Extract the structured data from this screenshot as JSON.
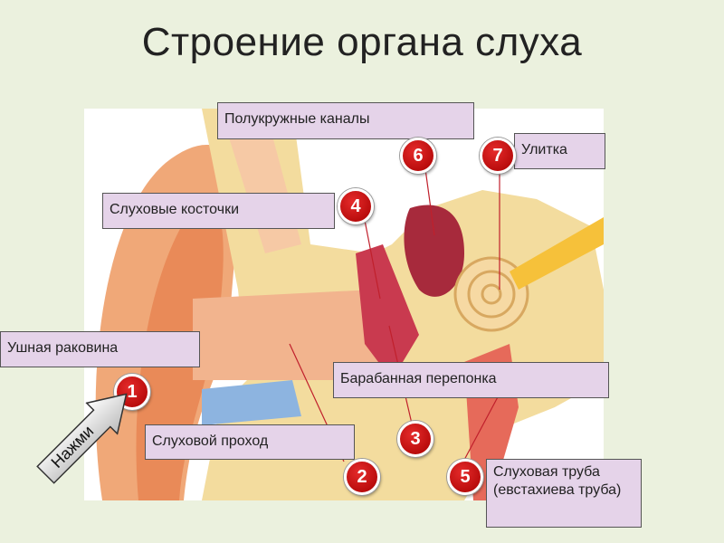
{
  "title": "Строение органа слуха",
  "labels": {
    "semicircular": "Полукружные каналы",
    "cochlea": "Улитка",
    "ossicles": "Слуховые косточки",
    "auricle": "Ушная раковина",
    "eardrum": "Барабанная перепонка",
    "canal": "Слуховой проход",
    "tube": "Слуховая труба (евстахиева труба)"
  },
  "numbers": [
    "1",
    "2",
    "3",
    "4",
    "5",
    "6",
    "7"
  ],
  "arrow_label": "Нажми",
  "colors": {
    "background": "#ebf1de",
    "label_bg": "#e5d3e9",
    "marker": "#c00000"
  }
}
